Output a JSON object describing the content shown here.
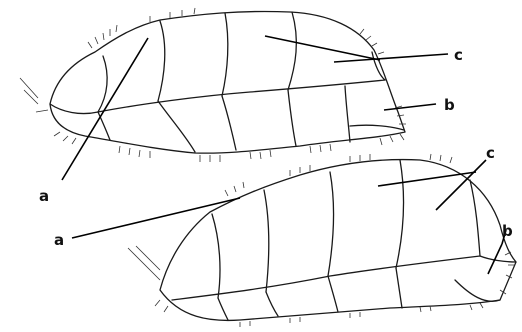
{
  "labels": {
    "a": "a",
    "b": "b",
    "c": "c"
  },
  "colors": {
    "line": "#1a1a1a",
    "background": "#ffffff"
  }
}
